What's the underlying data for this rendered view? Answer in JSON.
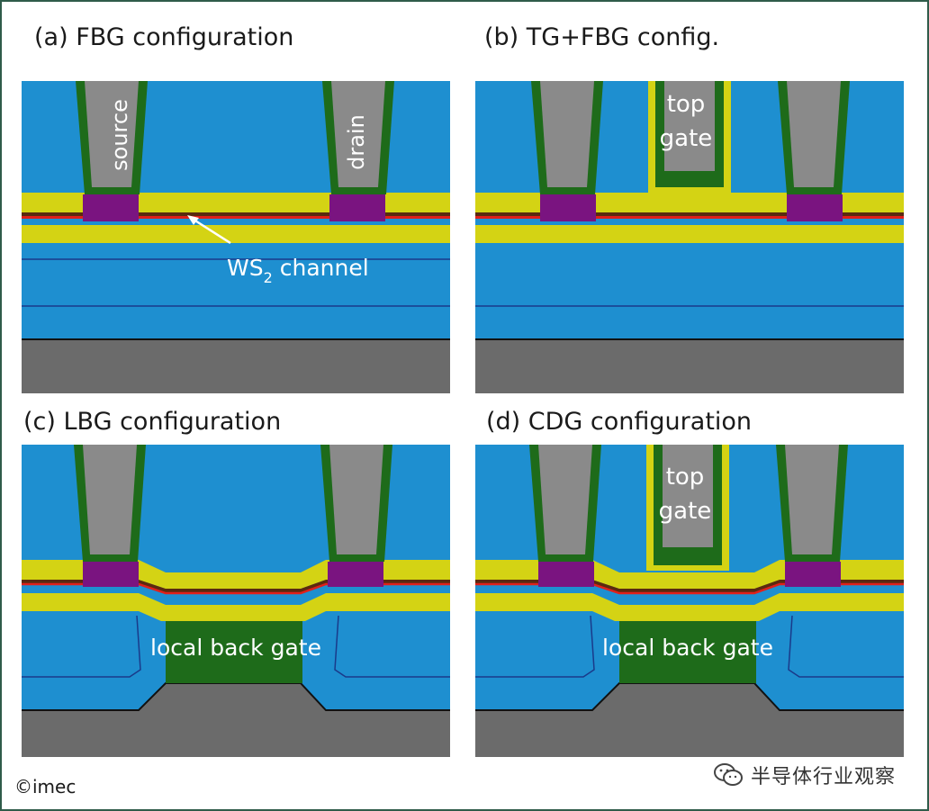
{
  "panels": [
    {
      "id": "a",
      "title": "(a) FBG configuration",
      "labels": {
        "source": "source",
        "drain": "drain",
        "channel_main": "WS",
        "channel_sub": "2",
        "channel_rest": " channel"
      }
    },
    {
      "id": "b",
      "title": "(b) TG+FBG config.",
      "labels": {
        "top_gate_1": "top",
        "top_gate_2": "gate"
      }
    },
    {
      "id": "c",
      "title": "(c) LBG configuration",
      "labels": {
        "local_back_gate": "local back gate"
      }
    },
    {
      "id": "d",
      "title": "(d) CDG configuration",
      "labels": {
        "top_gate_1": "top",
        "top_gate_2": "gate",
        "local_back_gate": "local back gate"
      }
    }
  ],
  "footer": {
    "copyright": "©imec",
    "watermark": "半导体行业观察",
    "watermark_icon": "wechat-icon"
  },
  "colors": {
    "oxide": "#1e8fd0",
    "oxide_edge": "#1a3a8a",
    "substrate": "#6b6b6b",
    "dielectric": "#d4d314",
    "contact": "#7a1480",
    "liner": "#1e6b1a",
    "metal": "#8a8a8a",
    "ws2": "#e0201a",
    "gate_metal": "#1e6b1a"
  }
}
